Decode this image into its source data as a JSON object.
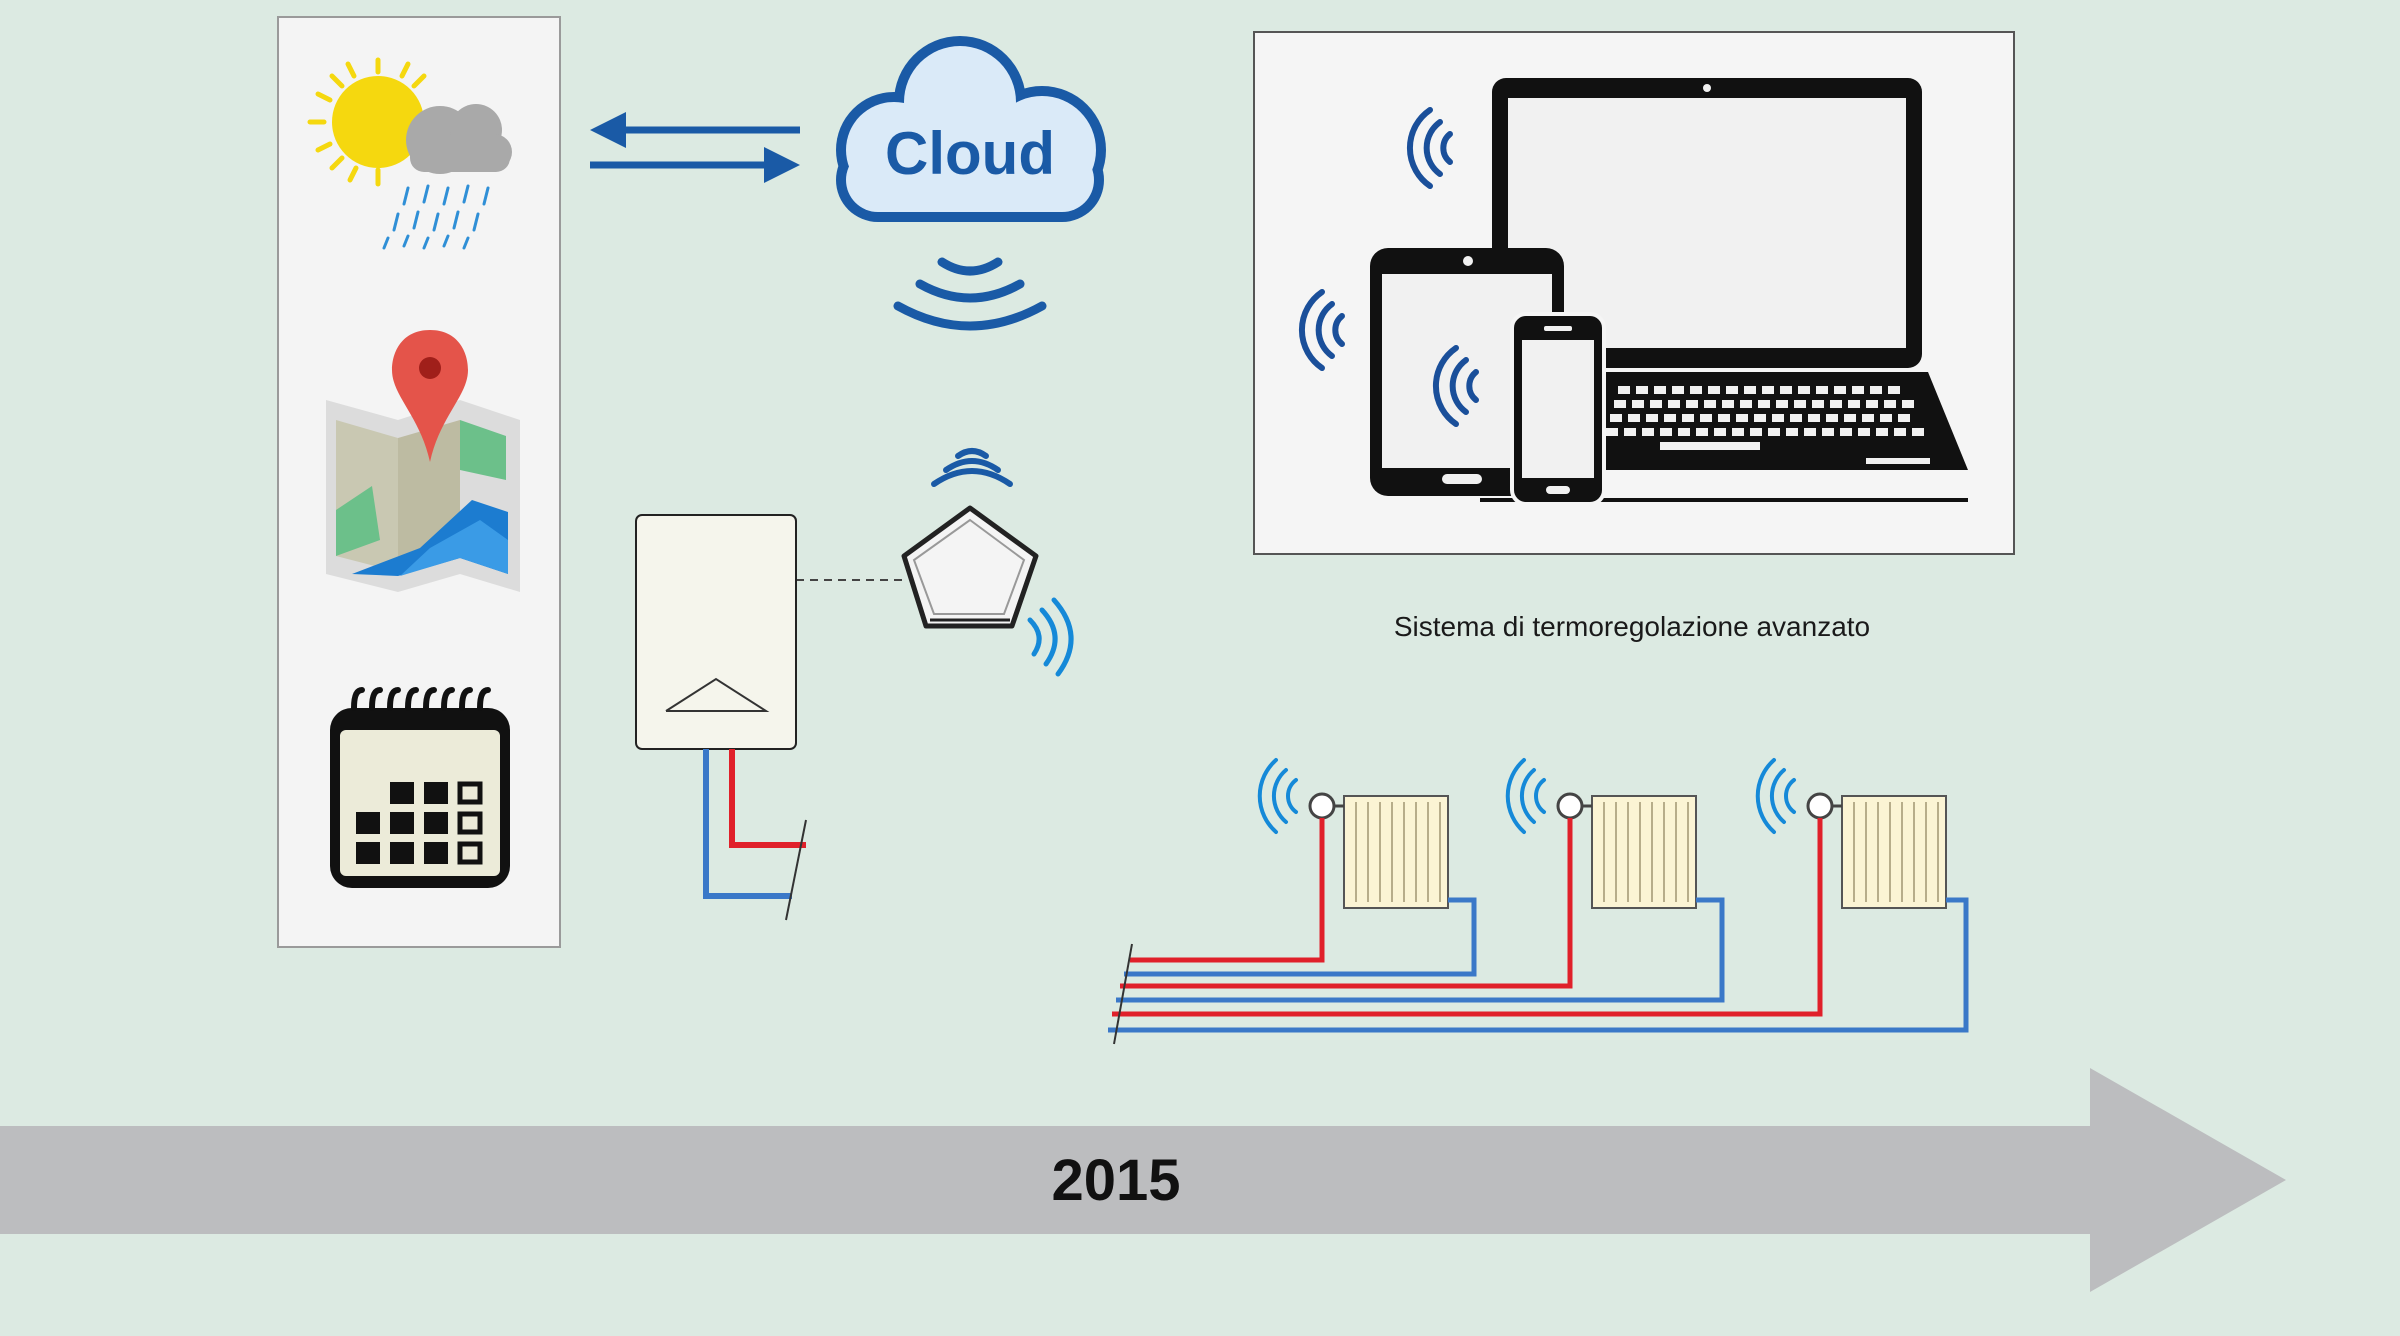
{
  "cloud": {
    "label": "Cloud"
  },
  "caption": {
    "text": "Sistema di termoregolazione avanzato"
  },
  "timeline": {
    "year": "2015"
  },
  "icons": [
    "weather-icon",
    "map-pin-icon",
    "calendar-icon",
    "cloud-icon",
    "laptop-icon",
    "tablet-icon",
    "smartphone-icon",
    "boiler-icon",
    "gateway-icon",
    "radiator-icon",
    "wifi-icon"
  ],
  "colors": {
    "background": "#dceae2",
    "accent_blue": "#1a5aa6",
    "wifi_blue": "#1589d8",
    "hot_pipe": "#e0202a",
    "cold_pipe": "#3a78c8",
    "timeline_gray": "#bcbdbf"
  }
}
